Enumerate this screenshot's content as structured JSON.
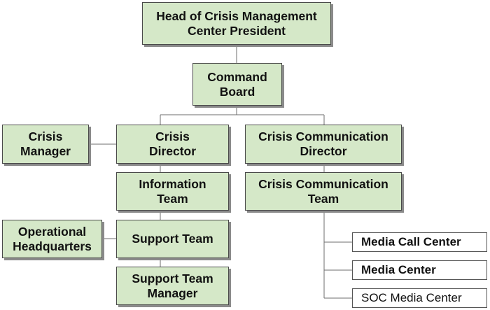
{
  "chart": {
    "nodes": {
      "head": "Head of Crisis Management\nCenter  President",
      "command_board": "Command\nBoard",
      "crisis_manager": "Crisis\nManager",
      "crisis_director": "Crisis\nDirector",
      "comm_director": "Crisis Communication\nDirector",
      "information_team": "Information\nTeam",
      "comm_team": "Crisis Communication\nTeam",
      "operational_hq": "Operational\nHeadquarters",
      "support_team": "Support Team",
      "support_team_manager": "Support Team\nManager",
      "media_call_center": "Media Call Center",
      "media_center": "Media Center",
      "soc_media_center": "SOC Media Center"
    }
  },
  "colors": {
    "node_fill": "#d5e8c8",
    "node_border": "#4a4a4a",
    "shadow": "#8a8a8a",
    "connector": "#6d6d6d"
  }
}
